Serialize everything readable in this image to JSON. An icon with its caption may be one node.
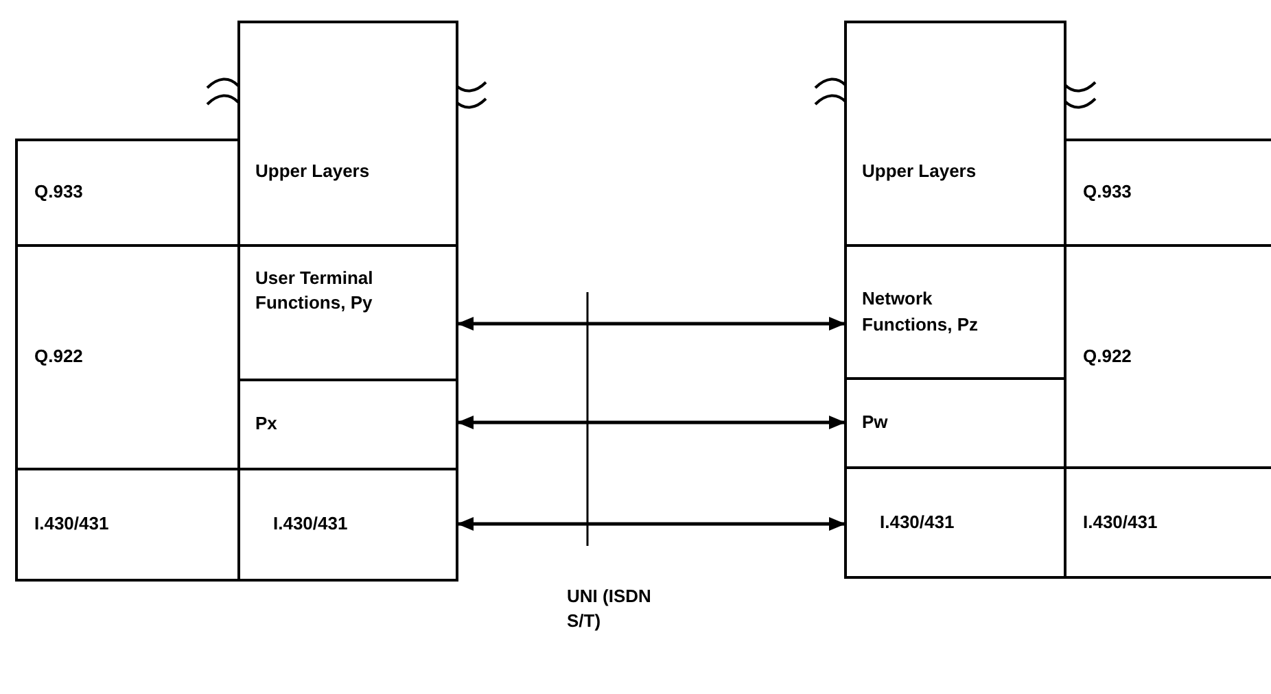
{
  "diagram": {
    "nodes": [
      {
        "text": [
          "Q.933"
        ]
      },
      {
        "text": [
          "Q.922"
        ]
      },
      {
        "text": [
          "I.430/431"
        ]
      },
      {
        "text": [
          "Upper Layers"
        ]
      },
      {
        "text": [
          "User Terminal Functions, Py"
        ]
      },
      {
        "text": [
          "Px"
        ]
      },
      {
        "text": [
          "I.430/431"
        ]
      },
      {
        "text": [
          "Upper Layers"
        ]
      },
      {
        "text": [
          "Network Functions, Pz"
        ]
      },
      {
        "text": [
          "Pw"
        ]
      },
      {
        "text": [
          "I.430/431"
        ]
      },
      {
        "text": [
          "Q.933"
        ]
      },
      {
        "text": [
          "Q.922"
        ]
      },
      {
        "text": [
          "I.430/431"
        ]
      }
    ],
    "edges": [
      {
        "from": 4,
        "to": 8,
        "arrow": "both"
      },
      {
        "from": 5,
        "to": 9,
        "arrow": "both"
      },
      {
        "from": 6,
        "to": 10,
        "arrow": "both"
      }
    ],
    "labels": [
      "UNI (ISDN S/T)"
    ]
  }
}
